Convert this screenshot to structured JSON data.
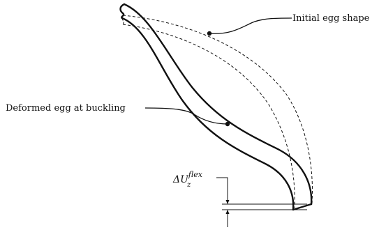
{
  "labels": {
    "initial": "Initial egg shape",
    "deformed": "Deformed egg at buckling"
  },
  "delta": {
    "symbol": "ΔU",
    "subscript": "z",
    "superscript": "flex"
  },
  "colors": {
    "ink": "#111111",
    "background": "#ffffff"
  }
}
